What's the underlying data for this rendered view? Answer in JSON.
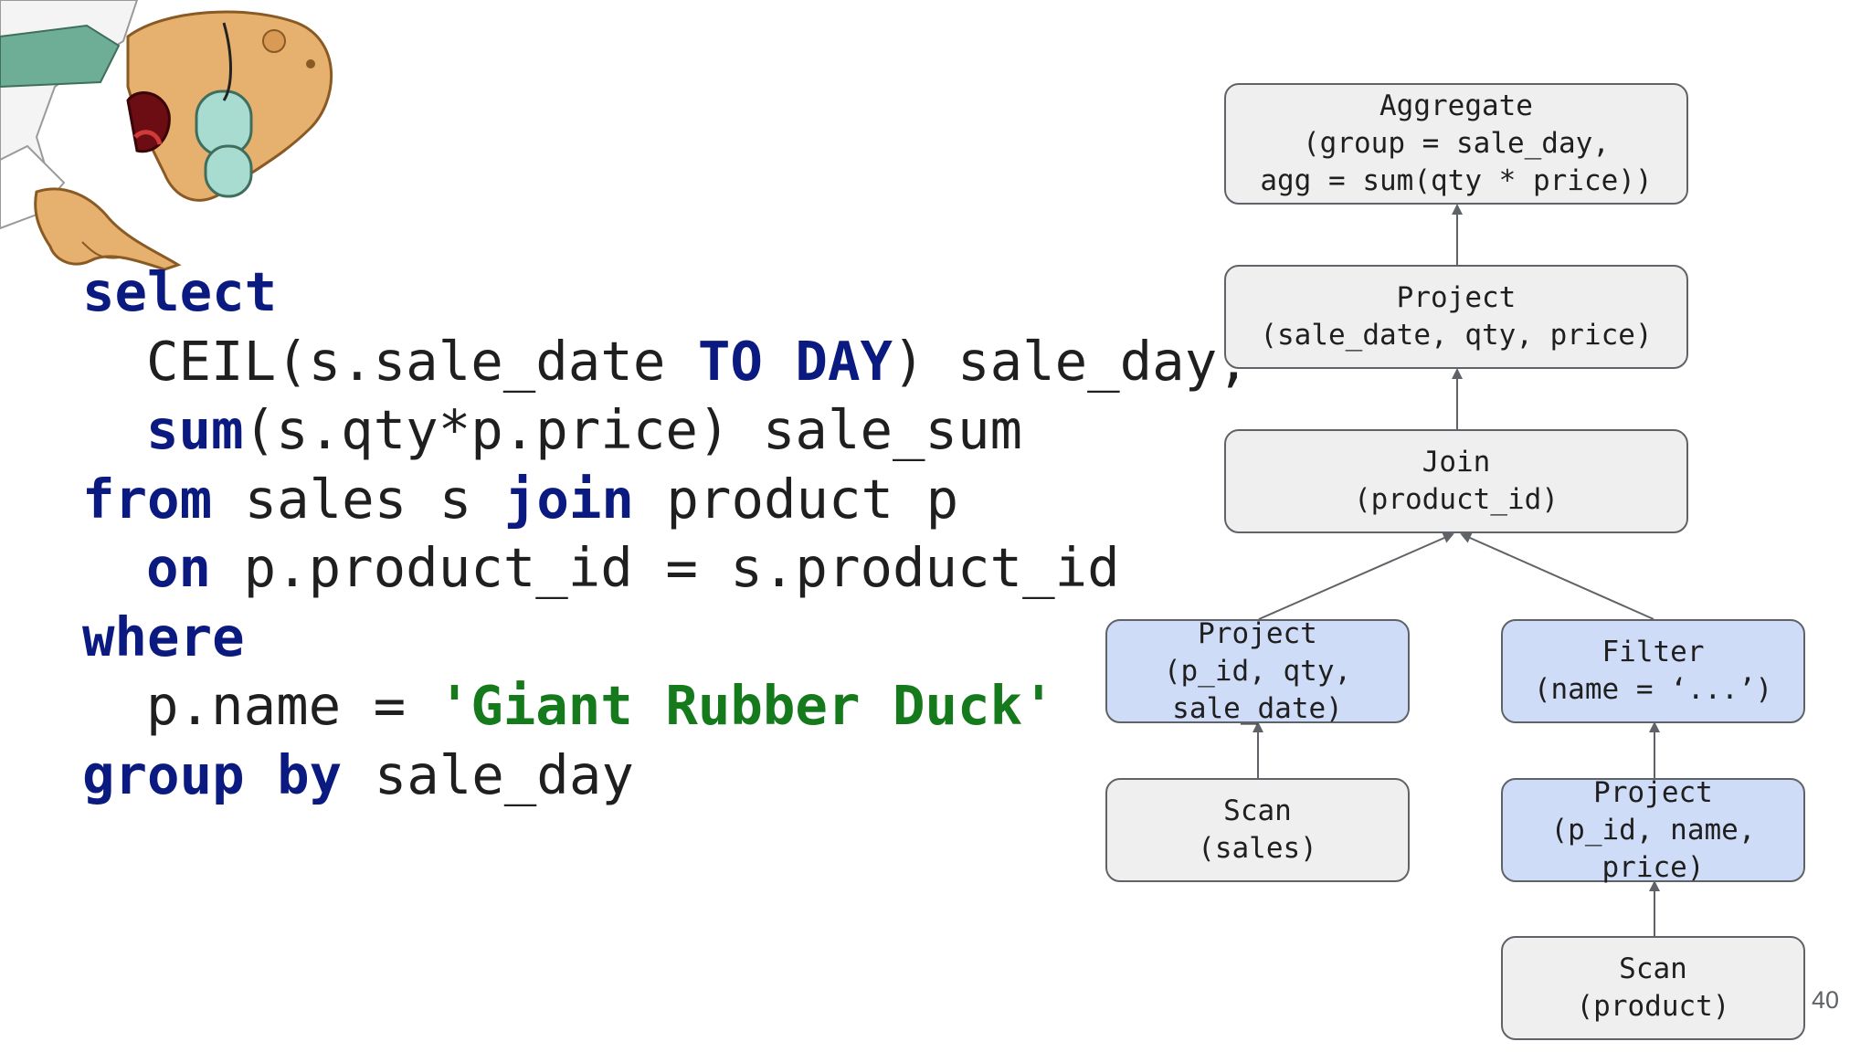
{
  "code": {
    "lines": [
      [
        {
          "t": "select",
          "c": "kw"
        }
      ],
      [
        {
          "t": "CEIL(s.sale_date ",
          "c": ""
        },
        {
          "t": "TO DAY",
          "c": "kw"
        },
        {
          "t": ") sale_day,",
          "c": ""
        }
      ],
      [
        {
          "t": "sum",
          "c": "kw"
        },
        {
          "t": "(s.qty*p.price) sale_sum",
          "c": ""
        }
      ],
      [
        {
          "t": "from",
          "c": "kw"
        },
        {
          "t": " sales s ",
          "c": ""
        },
        {
          "t": "join",
          "c": "kw"
        },
        {
          "t": " product p",
          "c": ""
        }
      ],
      [
        {
          "t": "on",
          "c": "kw"
        },
        {
          "t": " p.product_id = s.product_id",
          "c": ""
        }
      ],
      [
        {
          "t": "where",
          "c": "kw"
        }
      ],
      [
        {
          "t": "p.name = ",
          "c": ""
        },
        {
          "t": "'Giant Rubber Duck'",
          "c": "str"
        }
      ],
      [
        {
          "t": "group by",
          "c": "kw"
        },
        {
          "t": " sale_day",
          "c": ""
        }
      ]
    ],
    "indented": [
      false,
      true,
      true,
      false,
      true,
      false,
      true,
      false
    ]
  },
  "plan": {
    "aggregate": {
      "lines": [
        "Aggregate",
        "(group = sale_day,",
        "agg = sum(qty * price))"
      ]
    },
    "project_top": {
      "lines": [
        "Project",
        "(sale_date, qty, price)"
      ]
    },
    "join": {
      "lines": [
        "Join",
        "(product_id)"
      ]
    },
    "project_sales": {
      "lines": [
        "Project",
        "(p_id, qty,",
        "sale_date)"
      ]
    },
    "filter": {
      "lines": [
        "Filter",
        "(name = ‘...’)"
      ]
    },
    "scan_sales": {
      "lines": [
        "Scan",
        "(sales)"
      ]
    },
    "project_product": {
      "lines": [
        "Project",
        "(p_id, name,",
        "price)"
      ]
    },
    "scan_product": {
      "lines": [
        "Scan",
        "(product)"
      ]
    }
  },
  "colors": {
    "node_fill": "#efefef",
    "highlight_fill": "#cfdcf7",
    "keyword": "#0b1a80",
    "string": "#157a1b"
  },
  "page_number": "40"
}
